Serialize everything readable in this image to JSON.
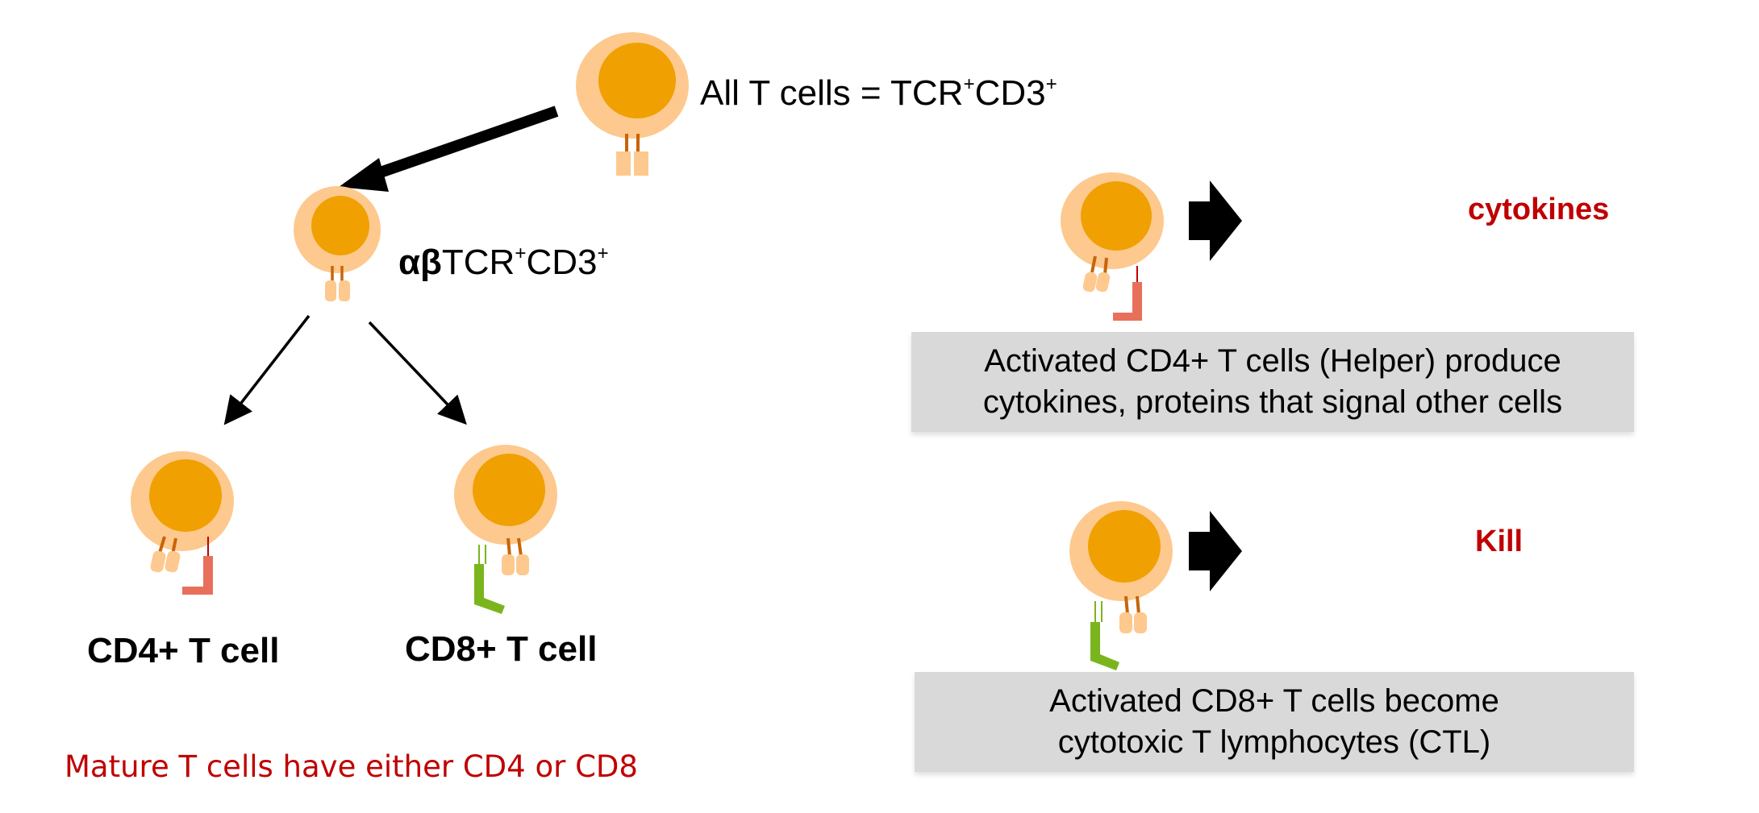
{
  "diagram": {
    "root_label": {
      "prefix": "All T cells = TCR",
      "sup1": "+",
      "middle": "CD3",
      "sup2": "+"
    },
    "ab_label": {
      "greek": "αβ",
      "prefix": "TCR",
      "sup1": "+",
      "middle": "CD3",
      "sup2": "+"
    },
    "cd4_label": "CD4+ T cell",
    "cd8_label": "CD8+ T cell",
    "note": "Mature T cells have either CD4 or CD8",
    "helper": {
      "output": "cytokines",
      "line1": "Activated CD4+ T cells (Helper) produce",
      "line2": "cytokines, proteins that signal other cells"
    },
    "ctl": {
      "output": "Kill",
      "line1": "Activated CD8+ T cells become",
      "line2": "cytotoxic T lymphocytes (CTL)"
    },
    "colors": {
      "cell_outer": "#fdc98e",
      "cell_nucleus": "#f0a000",
      "tcr_stalk": "#c8640a",
      "cd4_marker": "#e8705a",
      "cd8_marker": "#7ab51d",
      "emphasis_red": "#c00000",
      "box_gray": "#d9d9d9"
    }
  }
}
